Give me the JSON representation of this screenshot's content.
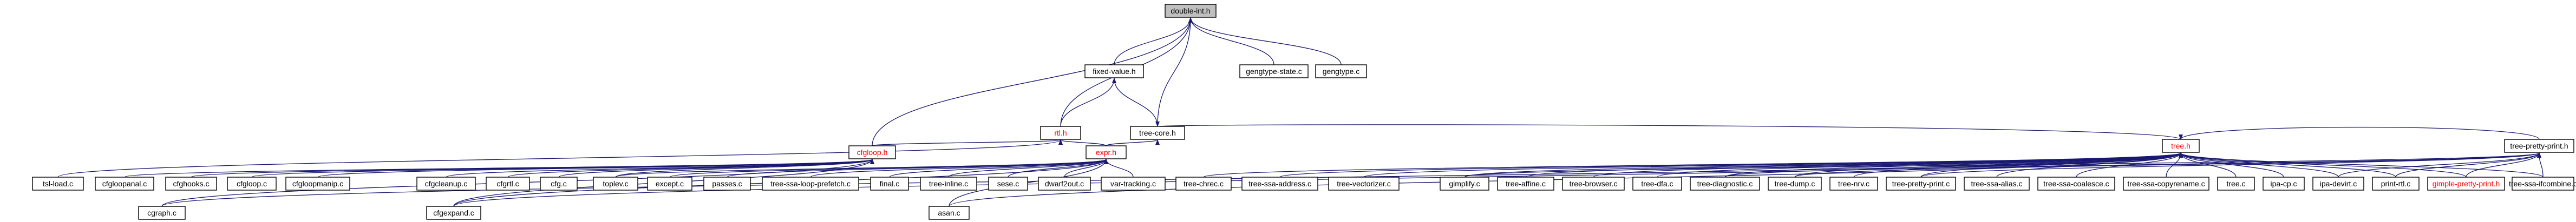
{
  "colors": {
    "edge": "#191970",
    "node_border": "#000000",
    "node_fill": "#ffffff",
    "root_fill": "#bfbfbf",
    "red_label": "#ff0000"
  },
  "nodes": {
    "double_int_h": "double-int.h",
    "gengtype_state_c": "gengtype-state.c",
    "gengtype_c": "gengtype.c",
    "fixed_value_h": "fixed-value.h",
    "rtl_h": "rtl.h",
    "tree_core_h": "tree-core.h",
    "cfgloop_h": "cfgloop.h",
    "expr_h": "expr.h",
    "tree_h": "tree.h",
    "tree_pretty_print_h": "tree-pretty-print.h",
    "tsl_load_c": "tsl-load.c",
    "cfgloopanal_c": "cfgloopanal.c",
    "cfghooks_c": "cfghooks.c",
    "cfgloop_c": "cfgloop.c",
    "cfgloopmanip_c": "cfgloopmanip.c",
    "cfgcleanup_c": "cfgcleanup.c",
    "cfgrtl_c": "cfgrtl.c",
    "cfg_c": "cfg.c",
    "toplev_c": "toplev.c",
    "except_c": "except.c",
    "passes_c": "passes.c",
    "tree_ssa_loop_prefetch_c": "tree-ssa-loop-prefetch.c",
    "final_c": "final.c",
    "tree_inline_c": "tree-inline.c",
    "sese_c": "sese.c",
    "dwarf2out_c": "dwarf2out.c",
    "var_tracking_c": "var-tracking.c",
    "tree_chrec_c": "tree-chrec.c",
    "tree_ssa_address_c": "tree-ssa-address.c",
    "tree_vectorizer_c": "tree-vectorizer.c",
    "gimplify_c": "gimplify.c",
    "tree_affine_c": "tree-affine.c",
    "tree_browser_c": "tree-browser.c",
    "tree_dfa_c": "tree-dfa.c",
    "tree_diagnostic_c": "tree-diagnostic.c",
    "tree_dump_c": "tree-dump.c",
    "tree_nrv_c": "tree-nrv.c",
    "tree_pretty_print_c": "tree-pretty-print.c",
    "tree_ssa_alias_c": "tree-ssa-alias.c",
    "tree_ssa_coalesce_c": "tree-ssa-coalesce.c",
    "tree_ssa_copyrename_c": "tree-ssa-copyrename.c",
    "tree_c": "tree.c",
    "ipa_cp_c": "ipa-cp.c",
    "ipa_devirt_c": "ipa-devirt.c",
    "print_rtl_c": "print-rtl.c",
    "gimple_pretty_print_h": "gimple-pretty-print.h",
    "tree_ssa_ifcombine_c": "tree-ssa-ifcombine.c",
    "cgraph_c": "cgraph.c",
    "cfgexpand_c": "cfgexpand.c",
    "asan_c": "asan.c"
  }
}
